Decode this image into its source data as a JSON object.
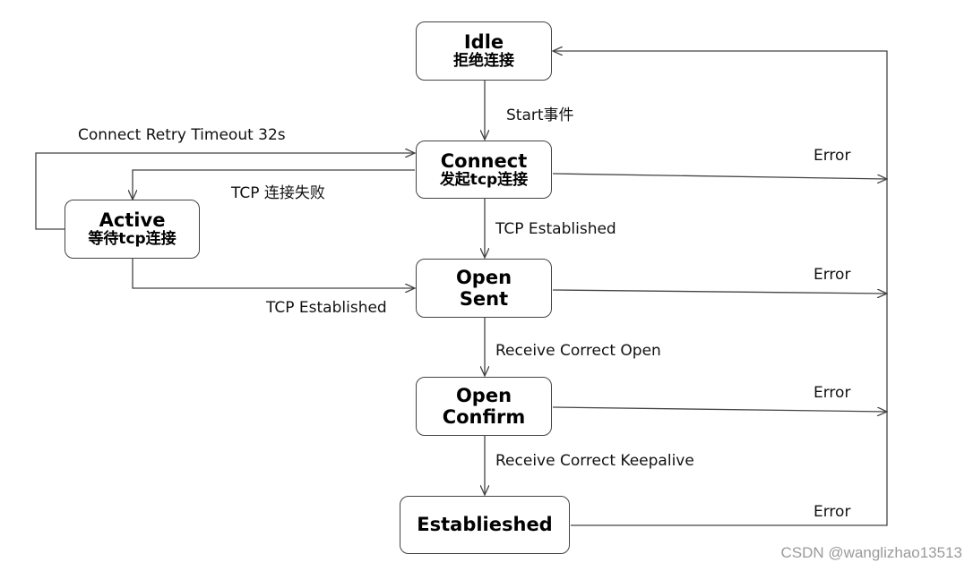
{
  "states": {
    "idle": {
      "name": "Idle",
      "desc": "拒绝连接"
    },
    "connect": {
      "name": "Connect",
      "desc": "发起tcp连接"
    },
    "active": {
      "name": "Active",
      "desc": "等待tcp连接"
    },
    "open_sent": {
      "name": "Open",
      "desc": "Sent"
    },
    "open_confirm": {
      "name": "Open",
      "desc": "Confirm"
    },
    "established": {
      "name": "Establieshed"
    }
  },
  "transitions": {
    "start": "Start事件",
    "retry_timeout": "Connect Retry Timeout 32s",
    "tcp_fail": "TCP 连接失败",
    "tcp_established_connect": "TCP Established",
    "tcp_established_active": "TCP Established",
    "receive_open": "Receive Correct Open",
    "receive_keepalive": "Receive Correct Keepalive",
    "error_connect": "Error",
    "error_open_sent": "Error",
    "error_open_confirm": "Error",
    "error_established": "Error"
  },
  "watermark": "CSDN @wanglizhao13513",
  "colors": {
    "line": "#444444",
    "box_border": "#444444",
    "watermark": "#9a9a9a"
  }
}
